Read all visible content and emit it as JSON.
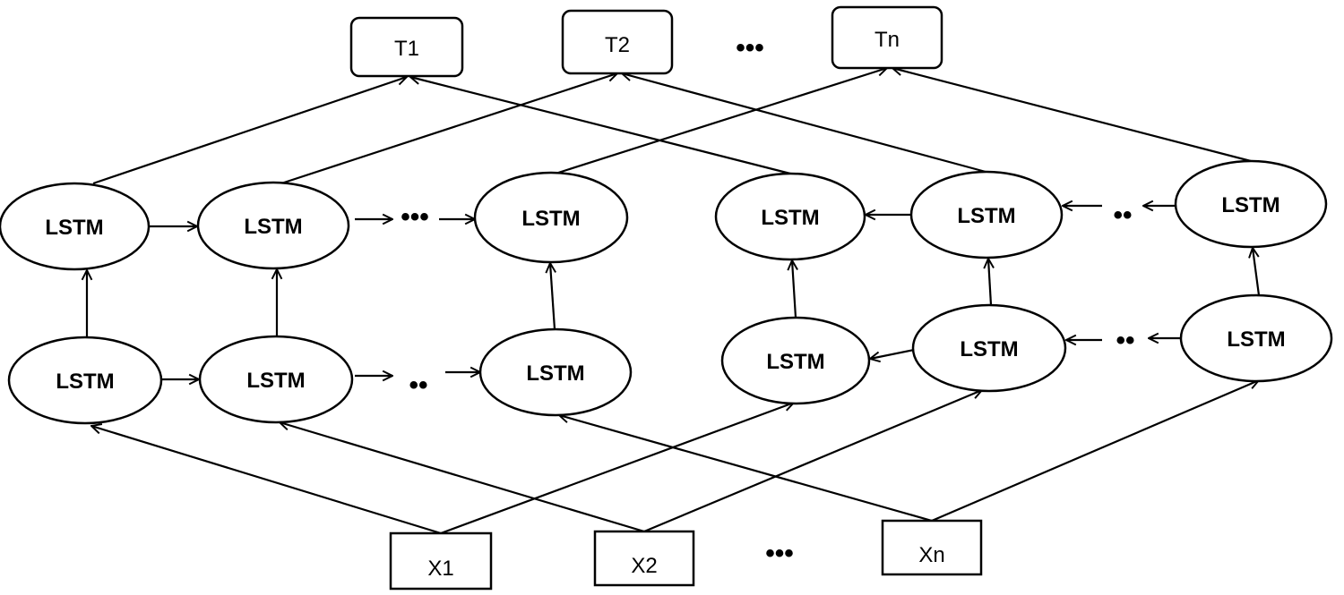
{
  "outputs": [
    {
      "id": "t1",
      "label": "T1"
    },
    {
      "id": "t2",
      "label": "T2"
    },
    {
      "id": "tn",
      "label": "Tn"
    }
  ],
  "output_ellipsis": "•••",
  "inputs": [
    {
      "id": "x1",
      "label": "X1"
    },
    {
      "id": "x2",
      "label": "X2"
    },
    {
      "id": "xn",
      "label": "Xn"
    }
  ],
  "input_ellipsis": "•••",
  "forward_layer": {
    "top": [
      {
        "id": "ft1",
        "label": "LSTM"
      },
      {
        "id": "ft2",
        "label": "LSTM"
      },
      {
        "id": "ftn",
        "label": "LSTM"
      }
    ],
    "bottom": [
      {
        "id": "fb1",
        "label": "LSTM"
      },
      {
        "id": "fb2",
        "label": "LSTM"
      },
      {
        "id": "fbn",
        "label": "LSTM"
      }
    ],
    "top_ellipsis": "•••",
    "bottom_ellipsis": "••"
  },
  "backward_layer": {
    "top": [
      {
        "id": "bt1",
        "label": "LSTM"
      },
      {
        "id": "bt2",
        "label": "LSTM"
      },
      {
        "id": "btn",
        "label": "LSTM"
      }
    ],
    "bottom": [
      {
        "id": "bb1",
        "label": "LSTM"
      },
      {
        "id": "bb2",
        "label": "LSTM"
      },
      {
        "id": "bbn",
        "label": "LSTM"
      }
    ],
    "top_ellipsis": "••",
    "bottom_ellipsis": "••"
  },
  "edges": [
    {
      "from": "fb1",
      "to": "fb2"
    },
    {
      "from": "ft1",
      "to": "ft2"
    },
    {
      "from": "fb1",
      "to": "ft1"
    },
    {
      "from": "fb2",
      "to": "ft2"
    },
    {
      "from": "fbn",
      "to": "ftn"
    },
    {
      "from": "bt2",
      "to": "bt1"
    },
    {
      "from": "bb2",
      "to": "bb1"
    },
    {
      "from": "bb1",
      "to": "bt1"
    },
    {
      "from": "bb2",
      "to": "bt2"
    },
    {
      "from": "bbn",
      "to": "btn"
    },
    {
      "from": "x1",
      "to": "fb1"
    },
    {
      "from": "x2",
      "to": "fb2"
    },
    {
      "from": "xn",
      "to": "fbn"
    },
    {
      "from": "x1",
      "to": "bb1"
    },
    {
      "from": "x2",
      "to": "bb2"
    },
    {
      "from": "xn",
      "to": "bbn"
    },
    {
      "from": "ft1",
      "to": "t1"
    },
    {
      "from": "ft2",
      "to": "t2"
    },
    {
      "from": "ftn",
      "to": "tn"
    },
    {
      "from": "bt1",
      "to": "t1"
    },
    {
      "from": "bt2",
      "to": "t2"
    },
    {
      "from": "btn",
      "to": "tn"
    }
  ]
}
